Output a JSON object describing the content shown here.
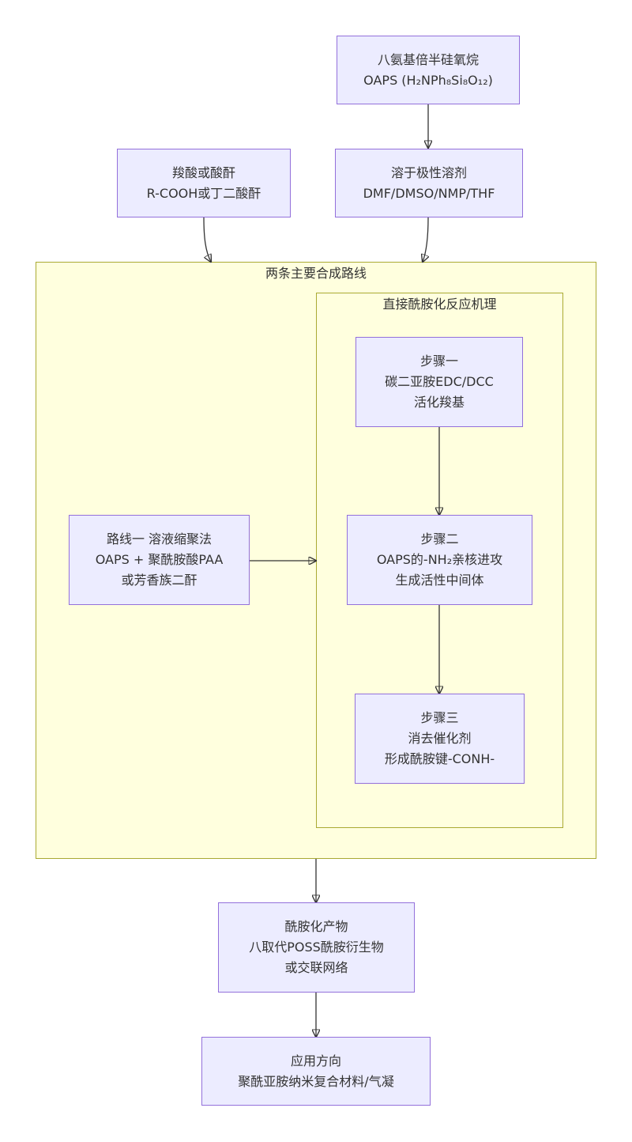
{
  "clusters": {
    "outer": {
      "title": "两条主要合成路线"
    },
    "inner": {
      "title": "直接酰胺化反应机理"
    }
  },
  "nodes": {
    "oaps": {
      "lines": [
        "八氨基倍半硅氧烷",
        "OAPS (H₂NPh₈Si₈O₁₂)"
      ]
    },
    "acid": {
      "lines": [
        "羧酸或酸酐",
        "R-COOH或丁二酸酐"
      ]
    },
    "solvent": {
      "lines": [
        "溶于极性溶剂",
        "DMF/DMSO/NMP/THF"
      ]
    },
    "route1": {
      "lines": [
        "路线一 溶液缩聚法",
        "OAPS + 聚酰胺酸PAA",
        "或芳香族二酐"
      ]
    },
    "step1": {
      "lines": [
        "步骤一",
        "碳二亚胺EDC/DCC",
        "活化羧基"
      ]
    },
    "step2": {
      "lines": [
        "步骤二",
        "OAPS的-NH₂亲核进攻",
        "生成活性中间体"
      ]
    },
    "step3": {
      "lines": [
        "步骤三",
        "消去催化剂",
        "形成酰胺键-CONH-"
      ]
    },
    "product": {
      "lines": [
        "酰胺化产物",
        "八取代POSS酰胺衍生物",
        "或交联网络"
      ]
    },
    "application": {
      "lines": [
        "应用方向",
        "聚酰亚胺纳米复合材料/气凝"
      ]
    }
  },
  "colors": {
    "node_fill": "#ececff",
    "node_border": "#9370db",
    "cluster_fill": "#ffffde",
    "cluster_border": "#aaaa33",
    "edge": "#333333",
    "text": "#333333"
  }
}
